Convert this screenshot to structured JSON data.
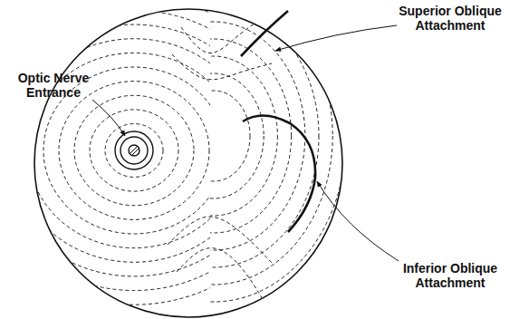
{
  "diagram": {
    "labels": [
      "Superior Oblique Attachment",
      "Optic Nerve Entrance",
      "Inferior Oblique Attachment"
    ]
  }
}
